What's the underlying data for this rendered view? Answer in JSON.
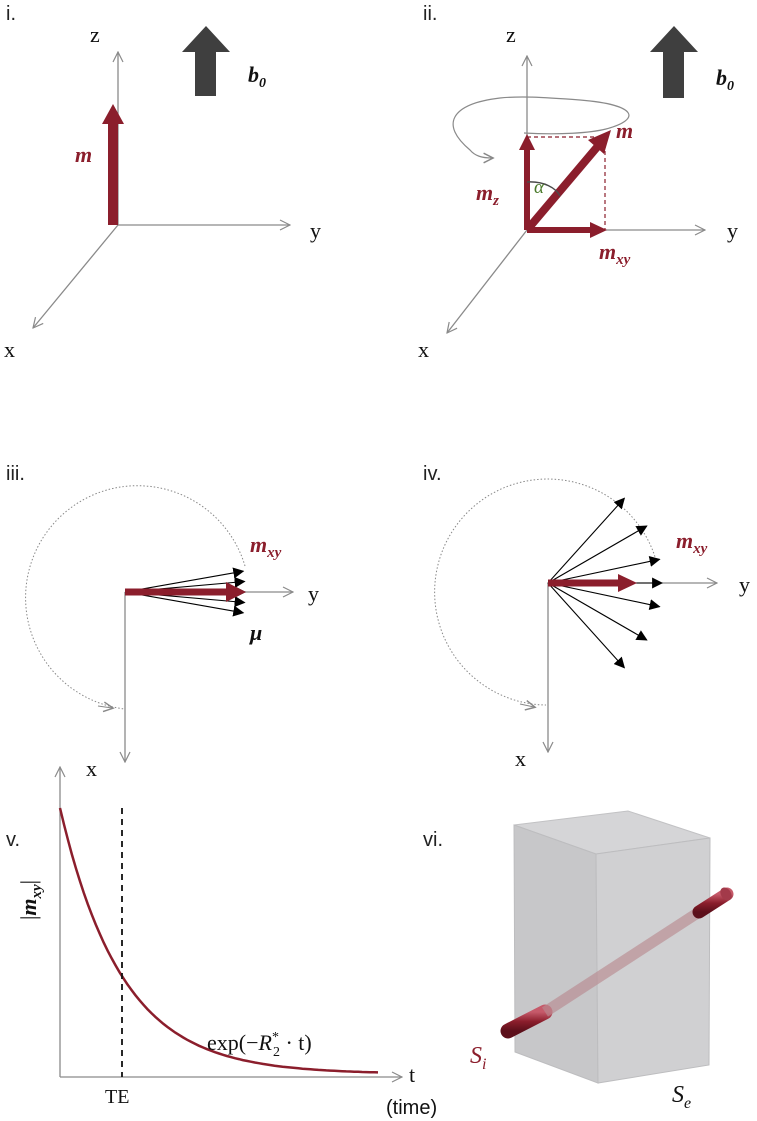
{
  "panels": {
    "i": {
      "label": "i.",
      "axes": {
        "z": "z",
        "y": "y",
        "x": "x"
      },
      "field_label": "b",
      "field_sub": "0",
      "vector_label": "m"
    },
    "ii": {
      "label": "ii.",
      "axes": {
        "z": "z",
        "y": "y",
        "x": "x"
      },
      "field_label": "b",
      "field_sub": "0",
      "vector_label": "m",
      "mz_label": "m",
      "mz_sub": "z",
      "mxy_label": "m",
      "mxy_sub": "xy",
      "angle_label": "α"
    },
    "iii": {
      "label": "iii.",
      "axes": {
        "y": "y",
        "x": "x"
      },
      "mxy_label": "m",
      "mxy_sub": "xy",
      "mu_label": "μ"
    },
    "iv": {
      "label": "iv.",
      "axes": {
        "y": "y",
        "x": "x"
      },
      "mxy_label": "m",
      "mxy_sub": "xy"
    },
    "v": {
      "label": "v.",
      "ylabel_main": "m",
      "ylabel_sub": "xy",
      "te_label": "TE",
      "t_label": "t",
      "time_label": "(time)",
      "formula_prefix": "exp(−",
      "formula_R": "R",
      "formula_sup": "*",
      "formula_sub": "2",
      "formula_suffix": " · t)"
    },
    "vi": {
      "label": "vi.",
      "si_label": "S",
      "si_sub": "i",
      "se_label": "S",
      "se_sub": "e"
    }
  },
  "colors": {
    "vector": "#8b1e2c",
    "axis": "#8a8a8a",
    "field_arrow": "#3f3f3f",
    "angle": "#4a7a2a",
    "curve": "#8b1e2c"
  }
}
